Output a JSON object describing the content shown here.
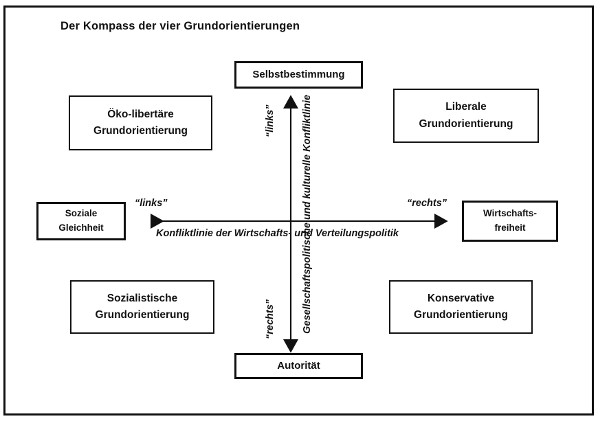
{
  "diagram": {
    "title": "Der Kompass der vier Grundorientierungen",
    "poles": {
      "top": "Selbstbestimmung",
      "bottom": "Autorität",
      "left_line1": "Soziale",
      "left_line2": "Gleichheit",
      "right_line1": "Wirtschafts-",
      "right_line2": "freiheit"
    },
    "quadrants": {
      "top_left_line1": "Öko-libertäre",
      "top_left_line2": "Grundorientierung",
      "top_right_line1": "Liberale",
      "top_right_line2": "Grundorientierung",
      "bottom_left_line1": "Sozialistische",
      "bottom_left_line2": "Grundorientierung",
      "bottom_right_line1": "Konservative",
      "bottom_right_line2": "Grundorientierung"
    },
    "axes": {
      "horizontal_label": "Konfliktlinie der Wirtschafts- und Verteilungspolitik",
      "vertical_label": "Gesellschaftspolitische und kulturelle Konfliktlinie",
      "horizontal_left_pole": "“links”",
      "horizontal_right_pole": "“rechts”",
      "vertical_top_pole": "“links”",
      "vertical_bottom_pole": "“rechts”"
    },
    "colors": {
      "ink": "#111111",
      "background": "#ffffff"
    }
  }
}
